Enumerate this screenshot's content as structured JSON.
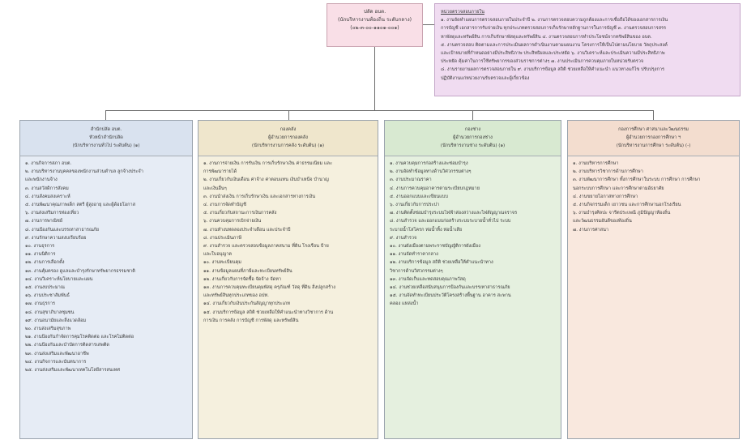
{
  "top": {
    "title": "ปลัด อบต.",
    "position": "(นักบริหารงานท้องถิ่น ระดับกลาง)",
    "code": "(๐๒-๓-๐๐-๑๑๐๑-๐๐๑)"
  },
  "audit": {
    "title": "หน่วยตรวจสอบภายใน",
    "lines": [
      "๑. งานจัดทำแผนการตรวจสอบภายในประจำปี  ๒. งานการตรวจสอบความถูกต้องและการเชื่อถือได้ของเอกสารการเงิน",
      "การบัญชี เอกสารการรับจ่ายเงิน ทุกประเภทตรวจสอบการเก็บรักษาหลักฐานการในการบัญชี  ๓. งานตรวจสอบการสรร",
      "หาพัสดุและทรัพย์สิน การเก็บรักษาพัสดุและทรัพย์สิน  ๔. งานตรวจสอบการทำประโยชน์จากทรัพย์สินของ อบต.",
      "๕. งานตรวจสอบ ติดตามและการประเมินผลการดำเนินงานตามแผนงาน โครงการให้เป็นไปตามนโยบาย วัตถุประสงค์",
      "และเป้าหมายที่กำหนดอย่างมีประสิทธิภาพ ประสิทธิผลและประหยัด  ๖. งานวิเคราะห์และประเมินความมีประสิทธิภาพ",
      "ประหยัด คุ้มค่าในการใช้ทรัพยากรของส่วนราชการต่างๆ  ๗. งานประเมินการควบคุมภายในหน่วยรับตรวจ",
      "๘. งานรายงานผลการตรวจสอบภายใน  ๙. งานบริการข้อมูล สถิติ ช่วยเหลือให้คำแนะนำ แนวทางแก้ไข ปรับปรุงการ",
      "ปฏิบัติงานแก่หน่วยงานรับตรวจและผู้เกี่ยวข้อง"
    ]
  },
  "columns": [
    {
      "head": [
        "สำนักปลัด อบต.",
        "หัวหน้าสำนักปลัด",
        "(นักบริหารงานทั่วไป ระดับต้น) (๑)"
      ],
      "items": [
        "๑. งานกิจการสภา อบต.",
        "๒. งานบริหารงานบุคคลของพนักงานส่วนตำบล ลูกจ้างประจำ",
        "และพนักงานจ้าง",
        "๓. งานสวัสดิการสังคม",
        "๔. งานสังคมสงเคราะห์",
        "๕. งานพัฒนาคุณภาพเด็ก สตรี ผู้สูงอายุ และผู้ด้อยโอกาส",
        "๖. งานส่งเสริมการท่องเที่ยว",
        "๗. งานการพาณิชย์",
        "๘. งานป้องกันและบรรเทาสาธารณภัย",
        "๙. งานรักษาความสงบเรียบร้อย",
        "๑๐. งานธุรการ",
        "๑๑. งานนิติการ",
        "๑๒. งานการเลือกตั้ง",
        "๑๓. งานคุ้มครอง ดูแลและบำรุงรักษาทรัพยากรธรรมชาติ",
        "๑๔. งานวิเคราะห์นโยบายและแผน",
        "๑๕. งานงบประมาณ",
        "๑๖. งานประชาสัมพันธ์",
        "๑๗. งานธุรการ",
        "๑๘. งานสุขาภิบาลชุมชน",
        "๑๙. งานอนามัยและสิ่งแวดล้อม",
        "๒๐. งานส่งเสริมสุขภาพ",
        "๒๑. งานป้องกันกำจัดการคุมโรคติดต่อ และโรคไม่ติดต่อ",
        "๒๒. งานป้องกันและบำบัดการติดสารเสพติด",
        "๒๓. งานส่งเสริมและพัฒนาอาชีพ",
        "๒๔. งานกิจการและนันทนาการ",
        "๒๕. งานส่งเสริมและพัฒนาเทคโนโลยีสารสนเทศ"
      ]
    },
    {
      "head": [
        "กองคลัง",
        "ผู้อำนวยการกองคลัง",
        "(นักบริหารงานการคลัง ระดับต้น) (๑)"
      ],
      "items": [
        "๑. งานการจ่ายเงิน การรับเงิน การเก็บรักษาเงิน ค่าธรรมเนียม และ",
        "การพัฒนารายได้",
        "๒. งานเกี่ยวกับเงินเดือน ค่าจ้าง ค่าตอบแทน เงินบำเหน็จ บำนาญ",
        "และเงินอื่นๆ",
        "๓. งานนำส่งเงิน การเก็บรักษาเงิน และเอกสารทางการเงิน",
        "๔. งานการจัดทำบัญชี",
        "๕. งานเกี่ยวกับสถานะการเงินการคลัง",
        "๖. งานควบคุมการเบิกจ่ายเงิน",
        "๗. งานทำงบทดลองประจำเดือน และประจำปี",
        "๘. งานประเมินภาษี",
        "๙. งานสำรวจ และตรวจสอบข้อมูลภาคสนาม ที่ดิน โรงเรือน ป้าย",
        "และใบอนุญาต",
        "๑๐. งานทะเบียนคุม",
        "๑๑. งานข้อมูลแผนที่ภาษีและทะเบียนทรัพย์สิน",
        "๑๒. งานเกี่ยวกับการจัดซื้อ จัดจ้าง จัดหา",
        "๑๓. งานการควบคุมทะเบียนคุมพัสดุ ครุภัณฑ์ วัสดุ ที่ดิน สิ่งปลูกสร้าง",
        "และทรัพย์สินทุกประเภทของ อปท.",
        "๑๔. งานเกี่ยวกับเงินประกันสัญญาทุกประเภท",
        "๑๕. งานบริการข้อมูล สถิติ ช่วยเหลือให้คำแนะนำทางวิชาการ ด้าน",
        "การเงิน การคลัง การบัญชี การพัสดุ และทรัพย์สิน"
      ]
    },
    {
      "head": [
        "กองช่าง",
        "ผู้อำนวยการกองช่าง",
        "(นักบริหารงานช่าง ระดับต้น) (๑)"
      ],
      "items": [
        "๑. งานควบคุมการก่อสร้างและซ่อมบำรุง",
        "๒. งานจัดทำข้อมูลทางด้านวิศวกรรมต่างๆ",
        "๓. งานประมาณราคา",
        "๔. งานการควบคุมอาคารตามระเบียบกฎหมาย",
        "๕. งานออกแบบและเขียนแบบ",
        "๖. งานเกี่ยวกับการประปา",
        "๗. งานติดตั้งซ่อมบำรุงระบบไฟฟ้าส่องสว่างและไฟสัญญาณจราจร",
        "๘. งานสำรวจ และออกแบบก่อสร้างระบบระบายน้ำทั่วไป ระบบ",
        "ระบายน้ำโสโครก ท่อน้ำทิ้ง ท่อน้ำเสีย",
        "๙. งานสำรวจ",
        "๑๐. งานผังเมืองตามพระราชบัญญัติการผังเมือง",
        "๑๑. งานจัดทำราคากลาง",
        "๑๒. งานบริการข้อมูล สถิติ ช่วยเหลือให้คำแนะนำทาง",
        "วิชาการด้านวิศวกรรมต่างๆ",
        "๑๓. งานจัดเก็บและทดสอบคุณภาพวัสดุ",
        "๑๔. งานช่วยเหลือสนับสนุนการป้องกันและบรรเทาสาธารณภัย",
        "๑๕. งานจัดทำทะเบียนประวัติโครงสร้างพื้นฐาน อาคาร สะพาน",
        "คลอง แหล่งน้ำ"
      ]
    },
    {
      "head": [
        "กองการศึกษา ศาสนาและวัฒนธรรม",
        "ผู้อำนวยการกองการศึกษา ฯ",
        "(นักบริหารงานการศึกษา ระดับต้น) (-)"
      ],
      "items": [
        "๑. งานบริหารการศึกษา",
        "๒. งานบริหารวิชาการด้านการศึกษา",
        "๓. งานพัฒนาการศึกษา ทั้งการศึกษาในระบบ การศึกษา การศึกษา",
        "นอกระบบการศึกษา และการศึกษาตามอัธยาศัย",
        "๔. งานขยายโอกาสทางการศึกษา",
        "๕. งานกิจกรรมเด็ก เยาวชน และการศึกษานอกโรงเรียน",
        "๖. งานบำรุงศิลปะ จารีตประเพณี ภูมิปัญญาท้องถิ่น",
        "และวัฒนธรรมอันดีของท้องถิ่น",
        "๗. งานการศาสนา"
      ]
    }
  ]
}
